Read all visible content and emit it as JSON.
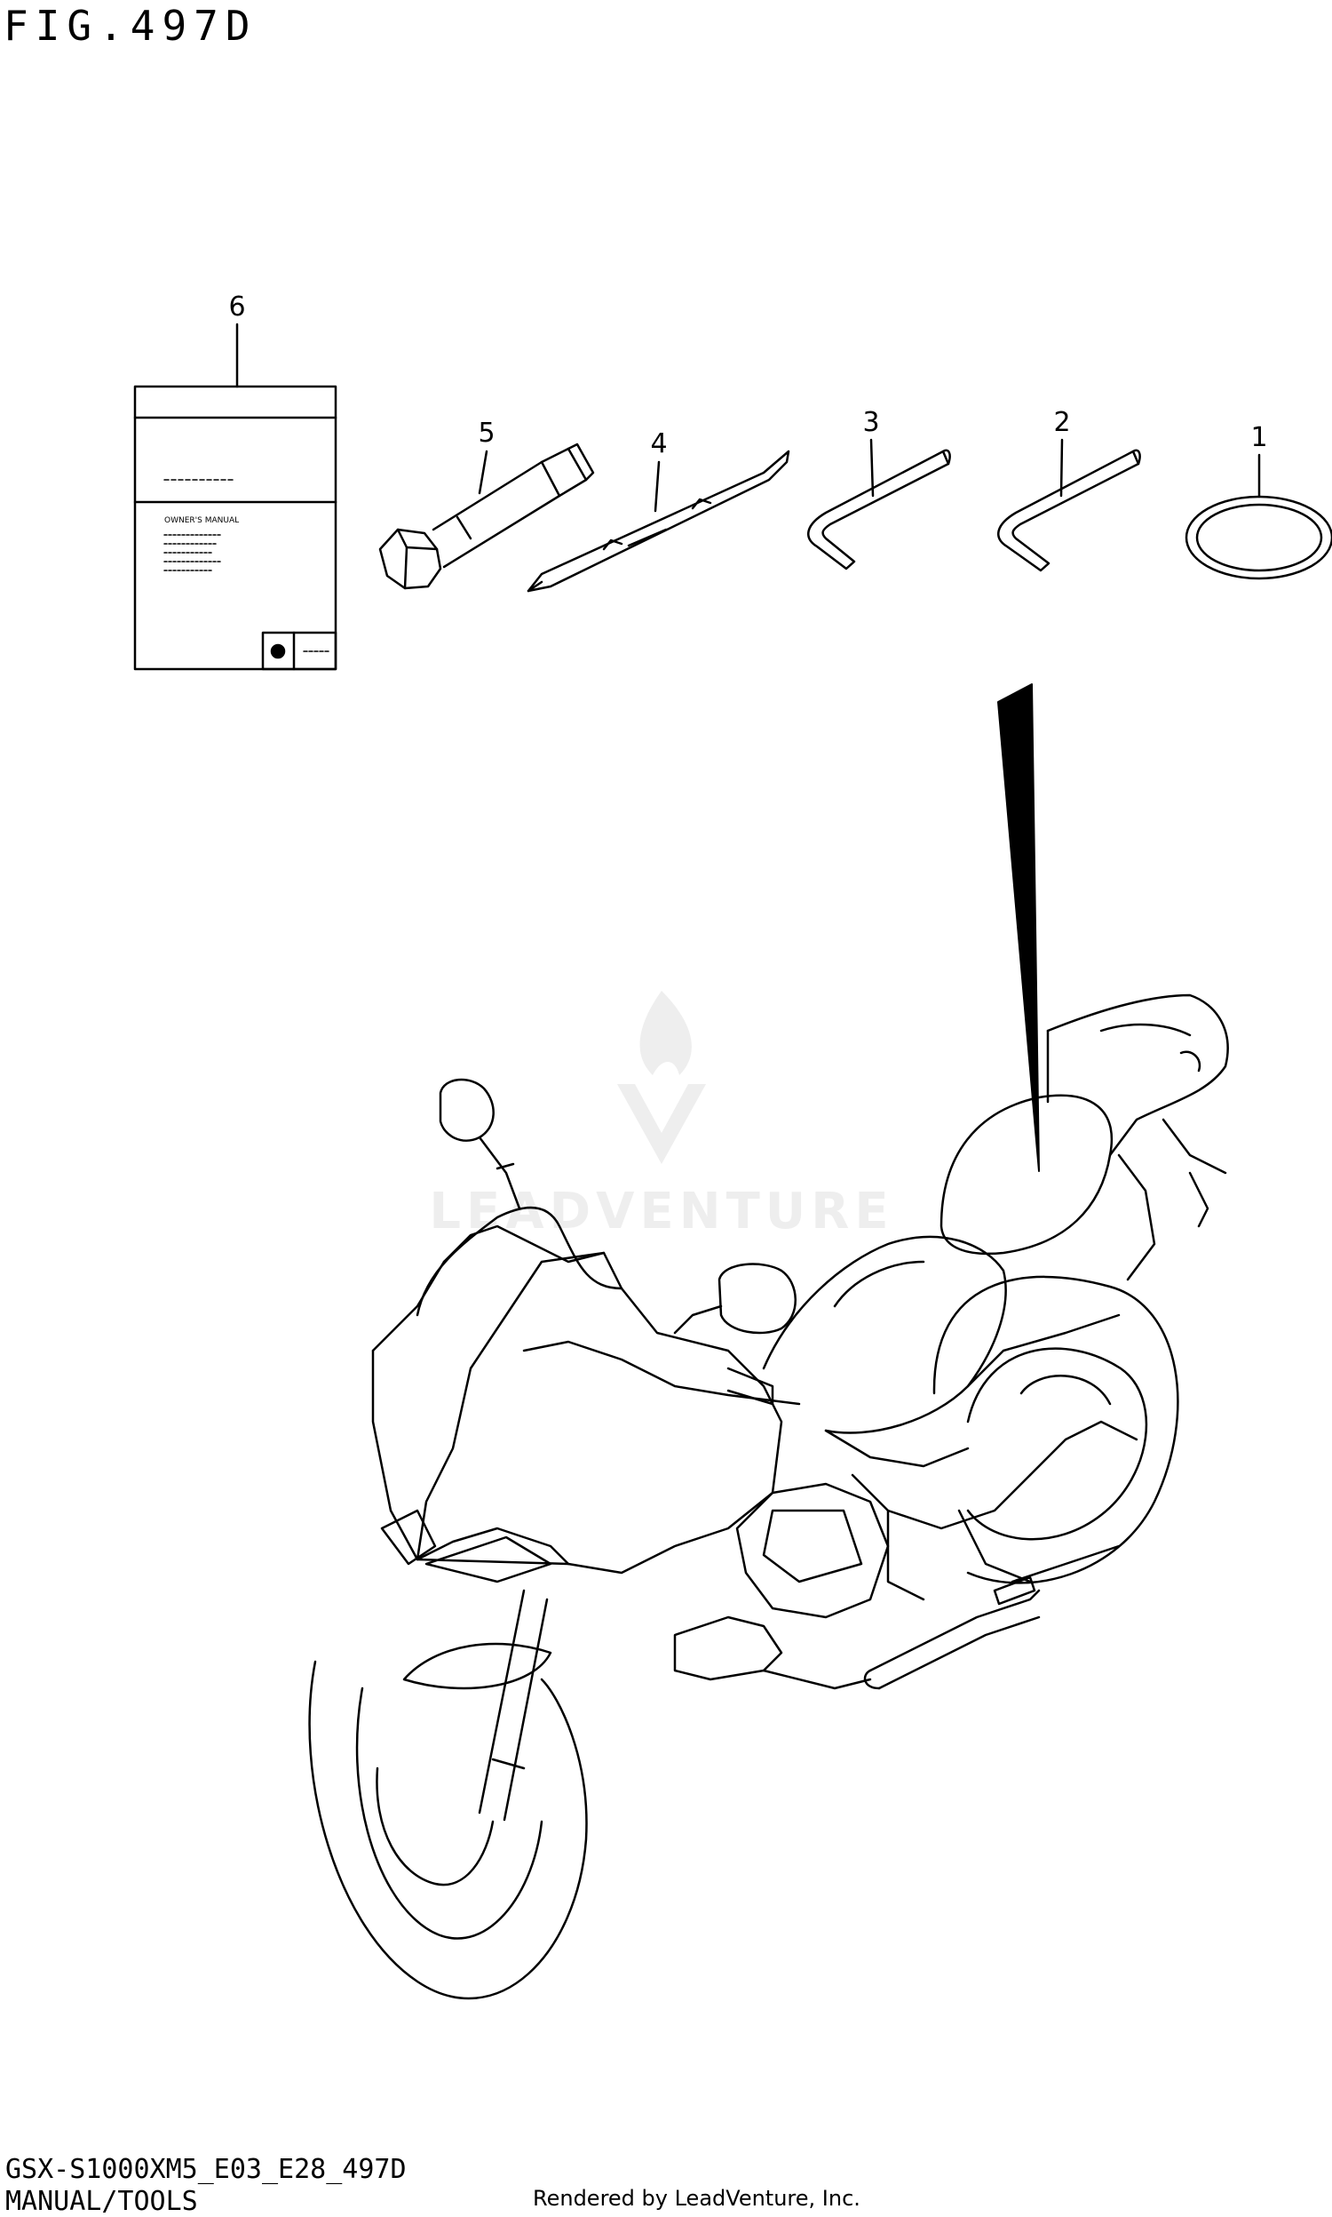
{
  "figure": {
    "title": "FIG.497D",
    "model_code": "GSX-S1000XM5_E03_E28_497D",
    "section_name": "MANUAL/TOOLS",
    "rendered_by": "Rendered by LeadVenture, Inc.",
    "watermark": "LEADVENTURE"
  },
  "parts": [
    {
      "number": "1",
      "name": "o-ring-part"
    },
    {
      "number": "2",
      "name": "hex-wrench-part"
    },
    {
      "number": "3",
      "name": "hex-wrench-part"
    },
    {
      "number": "4",
      "name": "screwdriver-part"
    },
    {
      "number": "5",
      "name": "spark-plug-wrench-part"
    },
    {
      "number": "6",
      "name": "owners-manual-part"
    }
  ],
  "manual": {
    "heading": "OWNER'S MANUAL"
  }
}
